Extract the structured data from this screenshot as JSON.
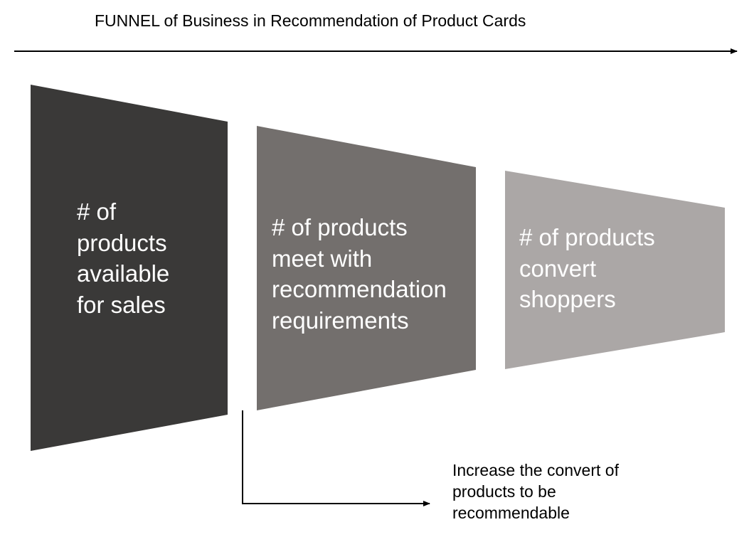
{
  "title": "FUNNEL of Business in Recommendation of Product Cards",
  "stages": [
    {
      "label": "# of\nproducts\navailable\nfor sales",
      "color": "#3a3938"
    },
    {
      "label": "# of products\nmeet with\nrecommendation\nrequirements",
      "color": "#736f6d"
    },
    {
      "label": "# of products\nconvert\nshoppers",
      "color": "#aba7a6"
    }
  ],
  "note": "Increase the convert of\nproducts to be\nrecommendable"
}
